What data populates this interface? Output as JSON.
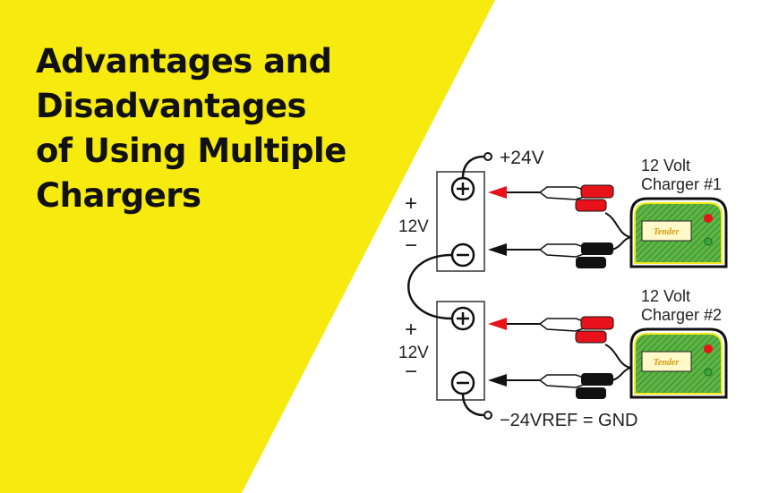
{
  "title_lines": [
    "Advantages and",
    "Disadvantages",
    "of Using Multiple",
    "Chargers"
  ],
  "colors": {
    "background_yellow": "#f6ea0f",
    "text": "#111111",
    "positive_arrow": "#e8121a",
    "negative_arrow": "#111111",
    "charger_body": "#4fae3a",
    "charger_trim": "#f2ea1c"
  },
  "diagram": {
    "top_terminal_label": "+24V",
    "bottom_terminal_label": "−24VREF = GND",
    "batteries": [
      {
        "plus": "+",
        "voltage": "12V",
        "minus": "−"
      },
      {
        "plus": "+",
        "voltage": "12V",
        "minus": "−"
      }
    ],
    "chargers": [
      {
        "line1": "12 Volt",
        "line2": "Charger #1"
      },
      {
        "line1": "12 Volt",
        "line2": "Charger #2"
      }
    ]
  }
}
